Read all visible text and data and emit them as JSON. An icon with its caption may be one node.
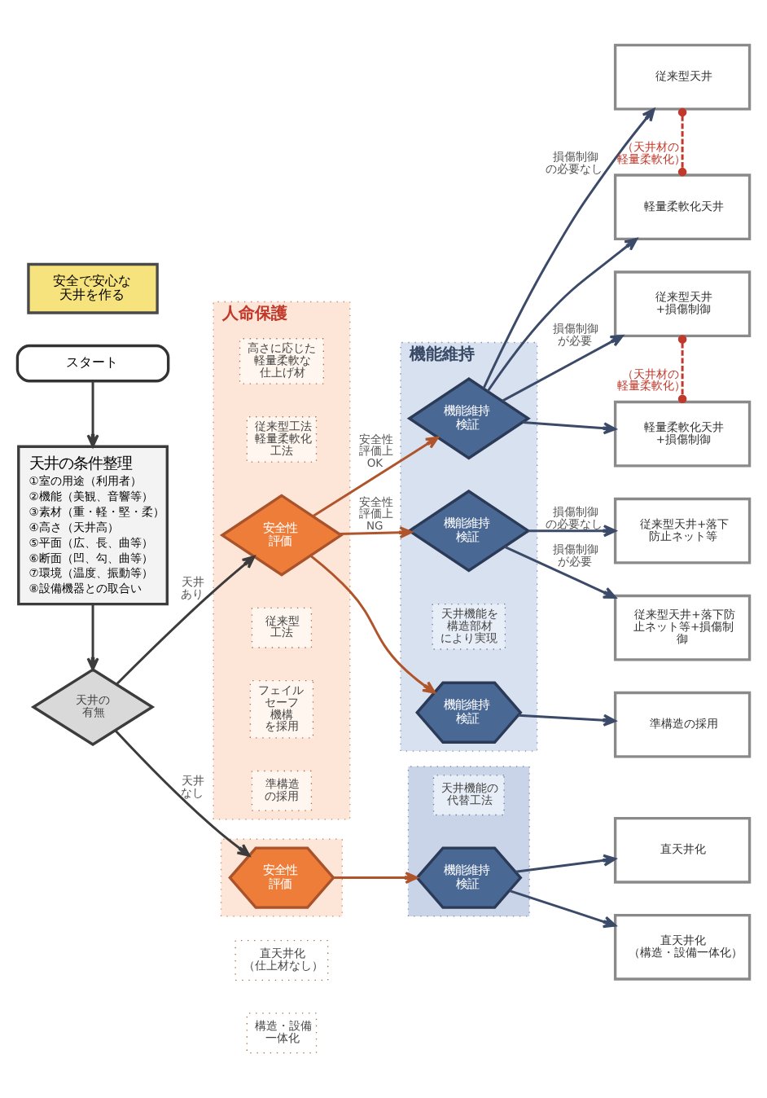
{
  "diagram": {
    "nodes": [
      {
        "text": [
          "安全で安心な天井を作る"
        ]
      },
      {
        "text": [
          "スタート"
        ]
      },
      {
        "text": [
          "天井の条件整理",
          "①室の用途（利用者）",
          "②機能（美観、音響等）",
          "③素材（重・軽・堅・柔）",
          "④高さ（天井高）",
          "⑤平面（広、長、曲等）",
          "⑥断面（凹、勾、曲等）",
          "⑦環境（温度、振動等）",
          "⑧設備機器との取合い"
        ]
      },
      {
        "text": [
          "天井の有無"
        ]
      },
      {
        "text": [
          "人命保護"
        ]
      },
      {
        "text": [
          "高さに応じた軽量柔軟な仕上げ材"
        ],
        "in": 4
      },
      {
        "text": [
          "従来型工法",
          "軽量柔軟化工法"
        ],
        "in": 4
      },
      {
        "text": [
          "安全性評価"
        ],
        "in": 4
      },
      {
        "text": [
          "従来型工法"
        ],
        "in": 4
      },
      {
        "text": [
          "フェイルセーフ機構を採用"
        ],
        "in": 4
      },
      {
        "text": [
          "準構造の採用"
        ],
        "in": 4
      },
      {
        "text": [
          "機能維持"
        ]
      },
      {
        "text": [
          "機能維持検証"
        ],
        "in": 11
      },
      {
        "text": [
          "機能維持検証"
        ],
        "in": 11
      },
      {
        "text": [
          "天井機能を構造部材により実現"
        ],
        "in": 11
      },
      {
        "text": [
          "機能維持検証"
        ],
        "in": 11
      },
      {
        "text": [
          "直天井化（仕上材なし）"
        ]
      },
      {
        "text": [
          "構造・設備一体化"
        ]
      },
      {
        "text": [],
        "shape": "band"
      },
      {
        "text": [
          "安全性評価"
        ],
        "in": 18
      },
      {
        "text": [],
        "shape": "band"
      },
      {
        "text": [
          "天井機能の代替工法"
        ],
        "in": 20
      },
      {
        "text": [
          "機能維持検証"
        ],
        "in": 20
      },
      {
        "text": [
          "従来型天井"
        ]
      },
      {
        "text": [
          "軽量柔軟化天井"
        ]
      },
      {
        "text": [
          "従来型天井+損傷制御"
        ]
      },
      {
        "text": [
          "軽量柔軟化天井+損傷制御"
        ]
      },
      {
        "text": [
          "従来型天井+落下防止ネット等"
        ]
      },
      {
        "text": [
          "従来型天井+落下防止ネット等+損傷制御"
        ]
      },
      {
        "text": [
          "準構造の採用"
        ]
      },
      {
        "text": [
          "直天井化"
        ]
      },
      {
        "text": [
          "直天井化（構造・設備一体化）"
        ]
      }
    ],
    "edges": [
      {
        "from": 1,
        "to": 2,
        "arrow": "to",
        "color": "#3c3c3c"
      },
      {
        "from": 2,
        "to": 3,
        "arrow": "to",
        "color": "#3c3c3c"
      },
      {
        "from": 3,
        "to": 7,
        "arrow": "to",
        "label": "天井あり",
        "color": "#3c3c3c"
      },
      {
        "from": 3,
        "to": 19,
        "arrow": "to",
        "label": "天井なし",
        "color": "#3c3c3c"
      },
      {
        "from": 7,
        "to": 12,
        "arrow": "to",
        "label": "安全性評価上OK",
        "color": "#b0552b"
      },
      {
        "from": 7,
        "to": 13,
        "arrow": "to",
        "label": "安全性評価上NG",
        "color": "#b0552b"
      },
      {
        "from": 7,
        "to": 15,
        "arrow": "to",
        "color": "#b0552b"
      },
      {
        "from": 12,
        "to": 23,
        "arrow": "to",
        "label": "損傷制御の必要なし"
      },
      {
        "from": 12,
        "to": 24,
        "arrow": "to"
      },
      {
        "from": 12,
        "to": 25,
        "arrow": "to",
        "label": "損傷制御が必要"
      },
      {
        "from": 12,
        "to": 26,
        "arrow": "to"
      },
      {
        "from": 13,
        "to": 27,
        "arrow": "to",
        "label": "損傷制御の必要なし"
      },
      {
        "from": 13,
        "to": 28,
        "arrow": "to",
        "label": "損傷制御が必要"
      },
      {
        "from": 15,
        "to": 29,
        "arrow": "to"
      },
      {
        "from": 19,
        "to": 22,
        "arrow": "to",
        "color": "#b0552b"
      },
      {
        "from": 22,
        "to": 30,
        "arrow": "to"
      },
      {
        "from": 22,
        "to": 31,
        "arrow": "to"
      },
      {
        "from": 23,
        "to": 24,
        "arrow": "other",
        "style": "dashed",
        "color": "#c0392b",
        "label": "（天井材の軽量柔軟化）"
      },
      {
        "from": 25,
        "to": 26,
        "arrow": "other",
        "style": "dashed",
        "color": "#c0392b",
        "label": "（天井材の軽量柔軟化）"
      }
    ]
  }
}
